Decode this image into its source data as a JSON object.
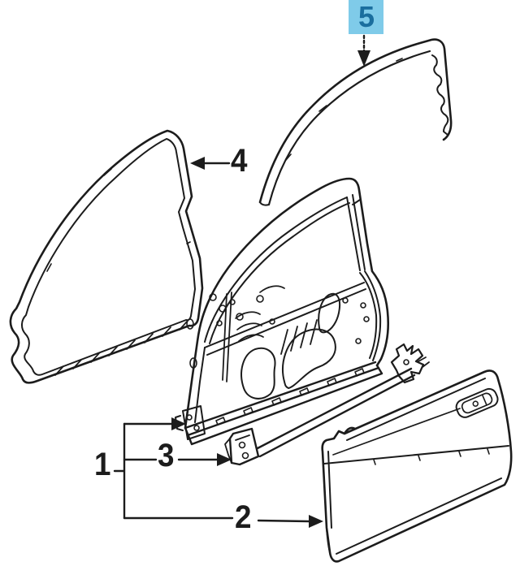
{
  "diagram": {
    "background_color": "#ffffff",
    "line_color": "#1c1c1c",
    "highlight": {
      "background": "#7FCBE9",
      "text_color": "#1A6E9E"
    },
    "callouts": [
      {
        "label": "1",
        "highlighted": false
      },
      {
        "label": "2",
        "highlighted": false
      },
      {
        "label": "3",
        "highlighted": false
      },
      {
        "label": "4",
        "highlighted": false
      },
      {
        "label": "5",
        "highlighted": true
      }
    ]
  }
}
